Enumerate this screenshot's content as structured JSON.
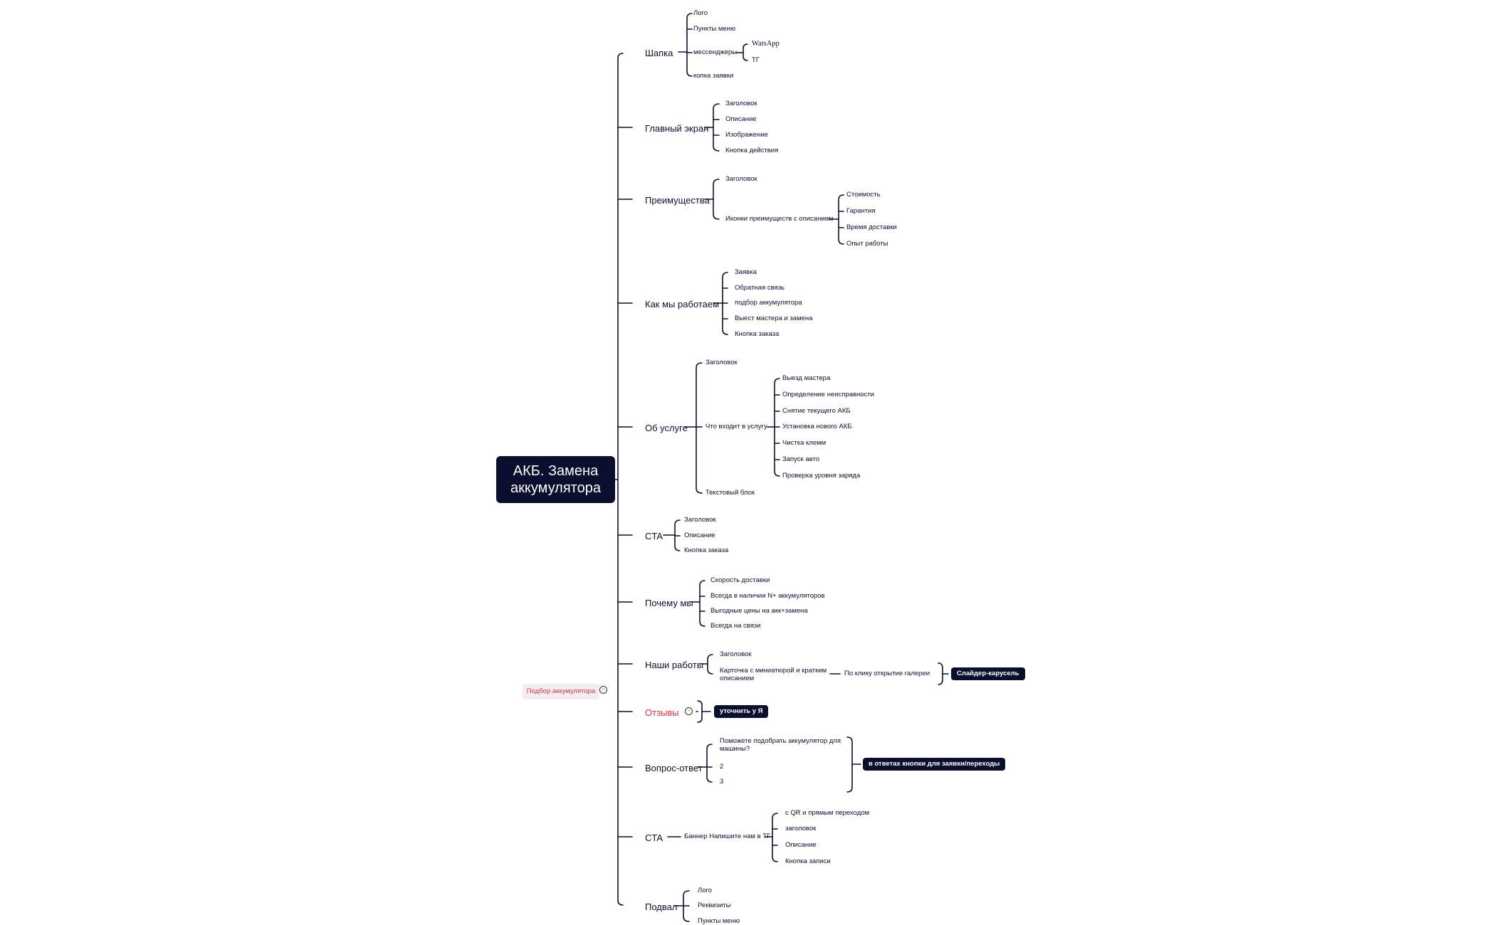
{
  "root": {
    "title": "АКБ. Замена аккумулятора"
  },
  "floating": {
    "label": "Подбор аккумулятора"
  },
  "colors": {
    "ink": "#0b0f2e",
    "accent": "#d7333c",
    "floating_bg": "#f1edf0"
  },
  "sections": {
    "header": {
      "label": "Шапка",
      "children": [
        "Лого",
        "Пункты меню",
        "мессенджеры",
        "копка заявки"
      ],
      "messengers": [
        "WatsApp",
        "ТГ"
      ]
    },
    "hero": {
      "label": "Главный экран",
      "children": [
        "Заголовок",
        "Описание",
        "Изображение",
        "Кнопка действия"
      ]
    },
    "advantages": {
      "label": "Преимущества",
      "children": [
        "Заголовок",
        "Иконки преимуществ с описанием"
      ],
      "icons": [
        "Стоимость",
        "Гарантия",
        "Время доставки",
        "Опыт работы"
      ]
    },
    "how": {
      "label": "Как мы работаем",
      "children": [
        "Заявка",
        "Обратная связь",
        "подбор аккумулятора",
        "Выест мастера и замена",
        "Кнопка заказа"
      ]
    },
    "service": {
      "label": "Об услуге",
      "children": [
        "Заголовок",
        "Что входит в услугу",
        "Текстовый блок"
      ],
      "includes": [
        "Выезд мастера",
        "Определение неисправности",
        "Снятие текущего АКБ",
        "Установка нового АКБ",
        "Чистка клемм",
        "Запуск авто",
        "Проверка уровня заряда"
      ]
    },
    "cta1": {
      "label": "CTA",
      "children": [
        "Заголовок",
        "Описание",
        "Кнопка заказа"
      ]
    },
    "why": {
      "label": "Почему мы",
      "children": [
        "Скорость доставки",
        "Всегда в наличии N+ аккумуляторов",
        "Выгодные цены на акк+замена",
        "Всегда на связи"
      ]
    },
    "works": {
      "label": "Наши работы",
      "children": [
        "Заголовок",
        "Карточка с миниатюрой и кратким описанием"
      ],
      "click": "По клику открытие галереи",
      "note": "Слайдер-карусель"
    },
    "reviews": {
      "label": "Отзывы",
      "note": "уточнить у Я"
    },
    "faq": {
      "label": "Вопрос-ответ",
      "children": [
        "Поможете подобрать аккумулятор для машины?",
        "2",
        "3"
      ],
      "note": "в ответах кнопки для заявки/переходы"
    },
    "cta2": {
      "label": "CTA",
      "banner": "Баннер Напишите нам в ТГ",
      "children": [
        "с QR и прямым переходом",
        "заголовок",
        "Описание",
        "Кнопка записи"
      ]
    },
    "footer": {
      "label": "Подвал",
      "children": [
        "Лого",
        "Реквизиты",
        "Пункты меню"
      ]
    }
  }
}
